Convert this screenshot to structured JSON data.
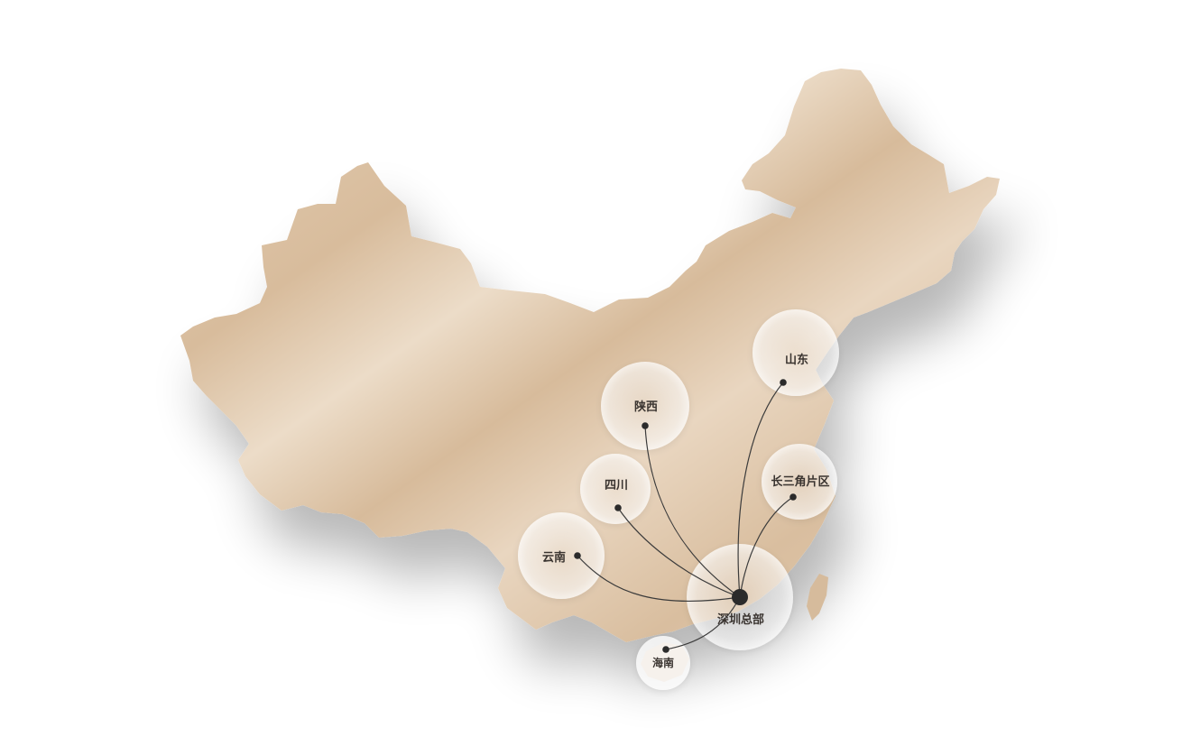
{
  "map": {
    "headquarters": {
      "label": "深圳总部"
    },
    "regions": [
      {
        "id": "shandong",
        "label": "山东"
      },
      {
        "id": "shaanxi",
        "label": "陕西"
      },
      {
        "id": "sichuan",
        "label": "四川"
      },
      {
        "id": "yangtze",
        "label": "长三角片区"
      },
      {
        "id": "yunnan",
        "label": "云南"
      },
      {
        "id": "hainan",
        "label": "海南"
      }
    ],
    "colors": {
      "land": "#dcc3a6",
      "land_highlight": "#eedfcf",
      "route_line": "#3b3b3b",
      "node": "#2b2b2b",
      "bubble": "#ffffff"
    }
  }
}
